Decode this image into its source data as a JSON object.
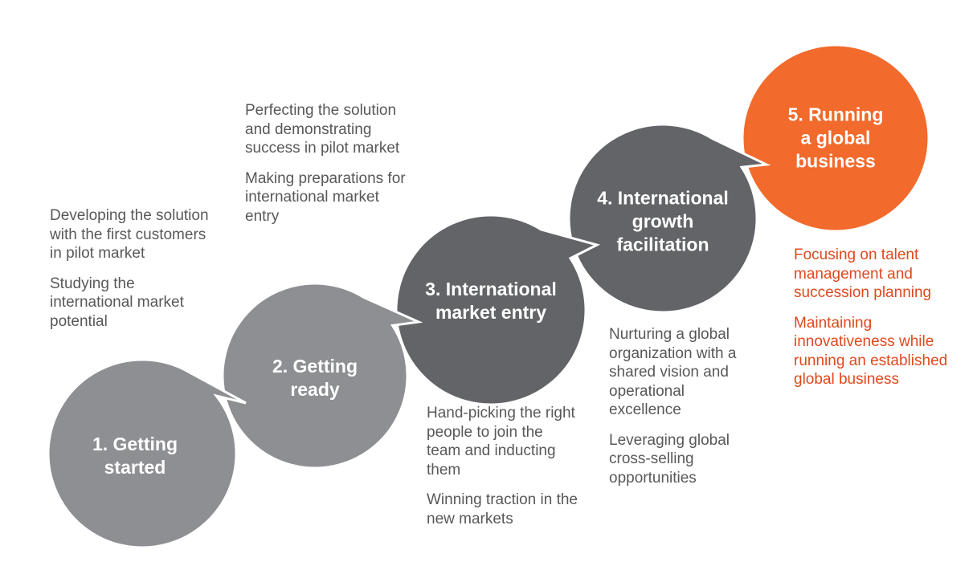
{
  "colors": {
    "light_gray": "#8e8f93",
    "dark_gray": "#636468",
    "orange": "#f26a2c",
    "text": "#58585a",
    "orange_text": "#e0481f"
  },
  "stages": [
    {
      "title_lines": [
        "1. Getting",
        "started"
      ],
      "items": [
        "Developing the solution with the first customers in pilot market",
        "Studying the international market potential"
      ]
    },
    {
      "title_lines": [
        "2. Getting",
        "ready"
      ],
      "items": [
        "Perfecting the solution and demonstrating success in pilot market",
        "Making preparations for international market entry"
      ]
    },
    {
      "title_lines": [
        "3. International",
        "market entry"
      ],
      "items": [
        "Hand-picking the right people to join the team and inducting them",
        "Winning traction in the new markets"
      ]
    },
    {
      "title_lines": [
        "4. International",
        "growth",
        "facilitation"
      ],
      "items": [
        "Nurturing a global organization with a shared vision and operational excellence",
        "Leveraging global cross-selling opportunities"
      ]
    },
    {
      "title_lines": [
        "5. Running",
        "a global",
        "business"
      ],
      "items": [
        "Focusing on talent management and succession planning",
        "Maintaining innovativeness while running an established global business"
      ]
    }
  ]
}
